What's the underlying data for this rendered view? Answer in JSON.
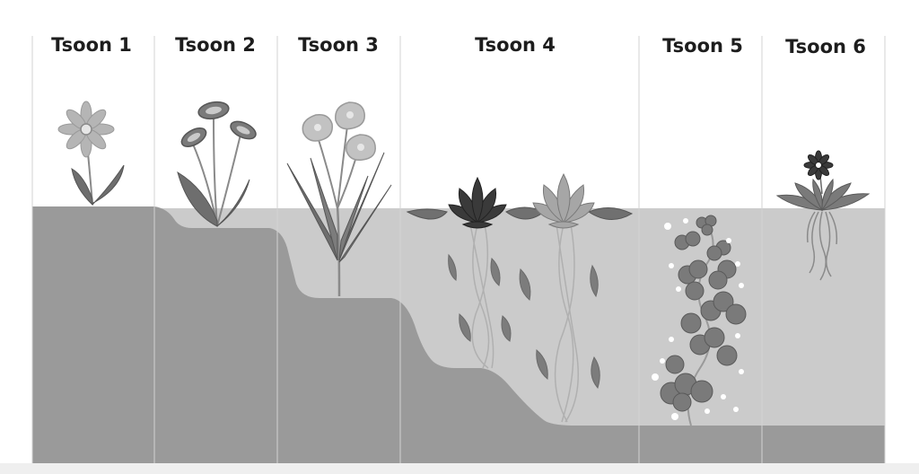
{
  "zones": [
    {
      "label": "Tsoon 1"
    },
    {
      "label": "Tsoon 2"
    },
    {
      "label": "Tsoon 3"
    },
    {
      "label": "Tsoon 4"
    },
    {
      "label": "Tsoon 5"
    },
    {
      "label": "Tsoon 6"
    }
  ],
  "colors": {
    "soil": "#9a9a9a",
    "water": "#cbcbcb",
    "sky": "#ffffff",
    "divider": "#cfcfcf",
    "leaf_dark": "#6e6e6e",
    "leaf_light": "#8c8c8c",
    "flower_dark": "#3a3a3a",
    "flower_light": "#a8a8a8",
    "bubble": "#ffffff"
  }
}
